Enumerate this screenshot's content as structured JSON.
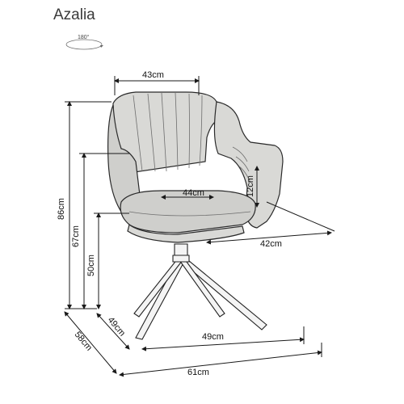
{
  "title": "Azalia",
  "rotation_label": "180°",
  "dimensions": {
    "top_width": "43cm",
    "armrest_height": "12cm",
    "seat_depth": "44cm",
    "seat_width": "42cm",
    "total_height": "86cm",
    "armrest_floor_height": "67cm",
    "seat_height": "50cm",
    "base_depth": "49cm",
    "base_width": "49cm",
    "total_depth": "58cm",
    "total_width": "61cm"
  }
}
